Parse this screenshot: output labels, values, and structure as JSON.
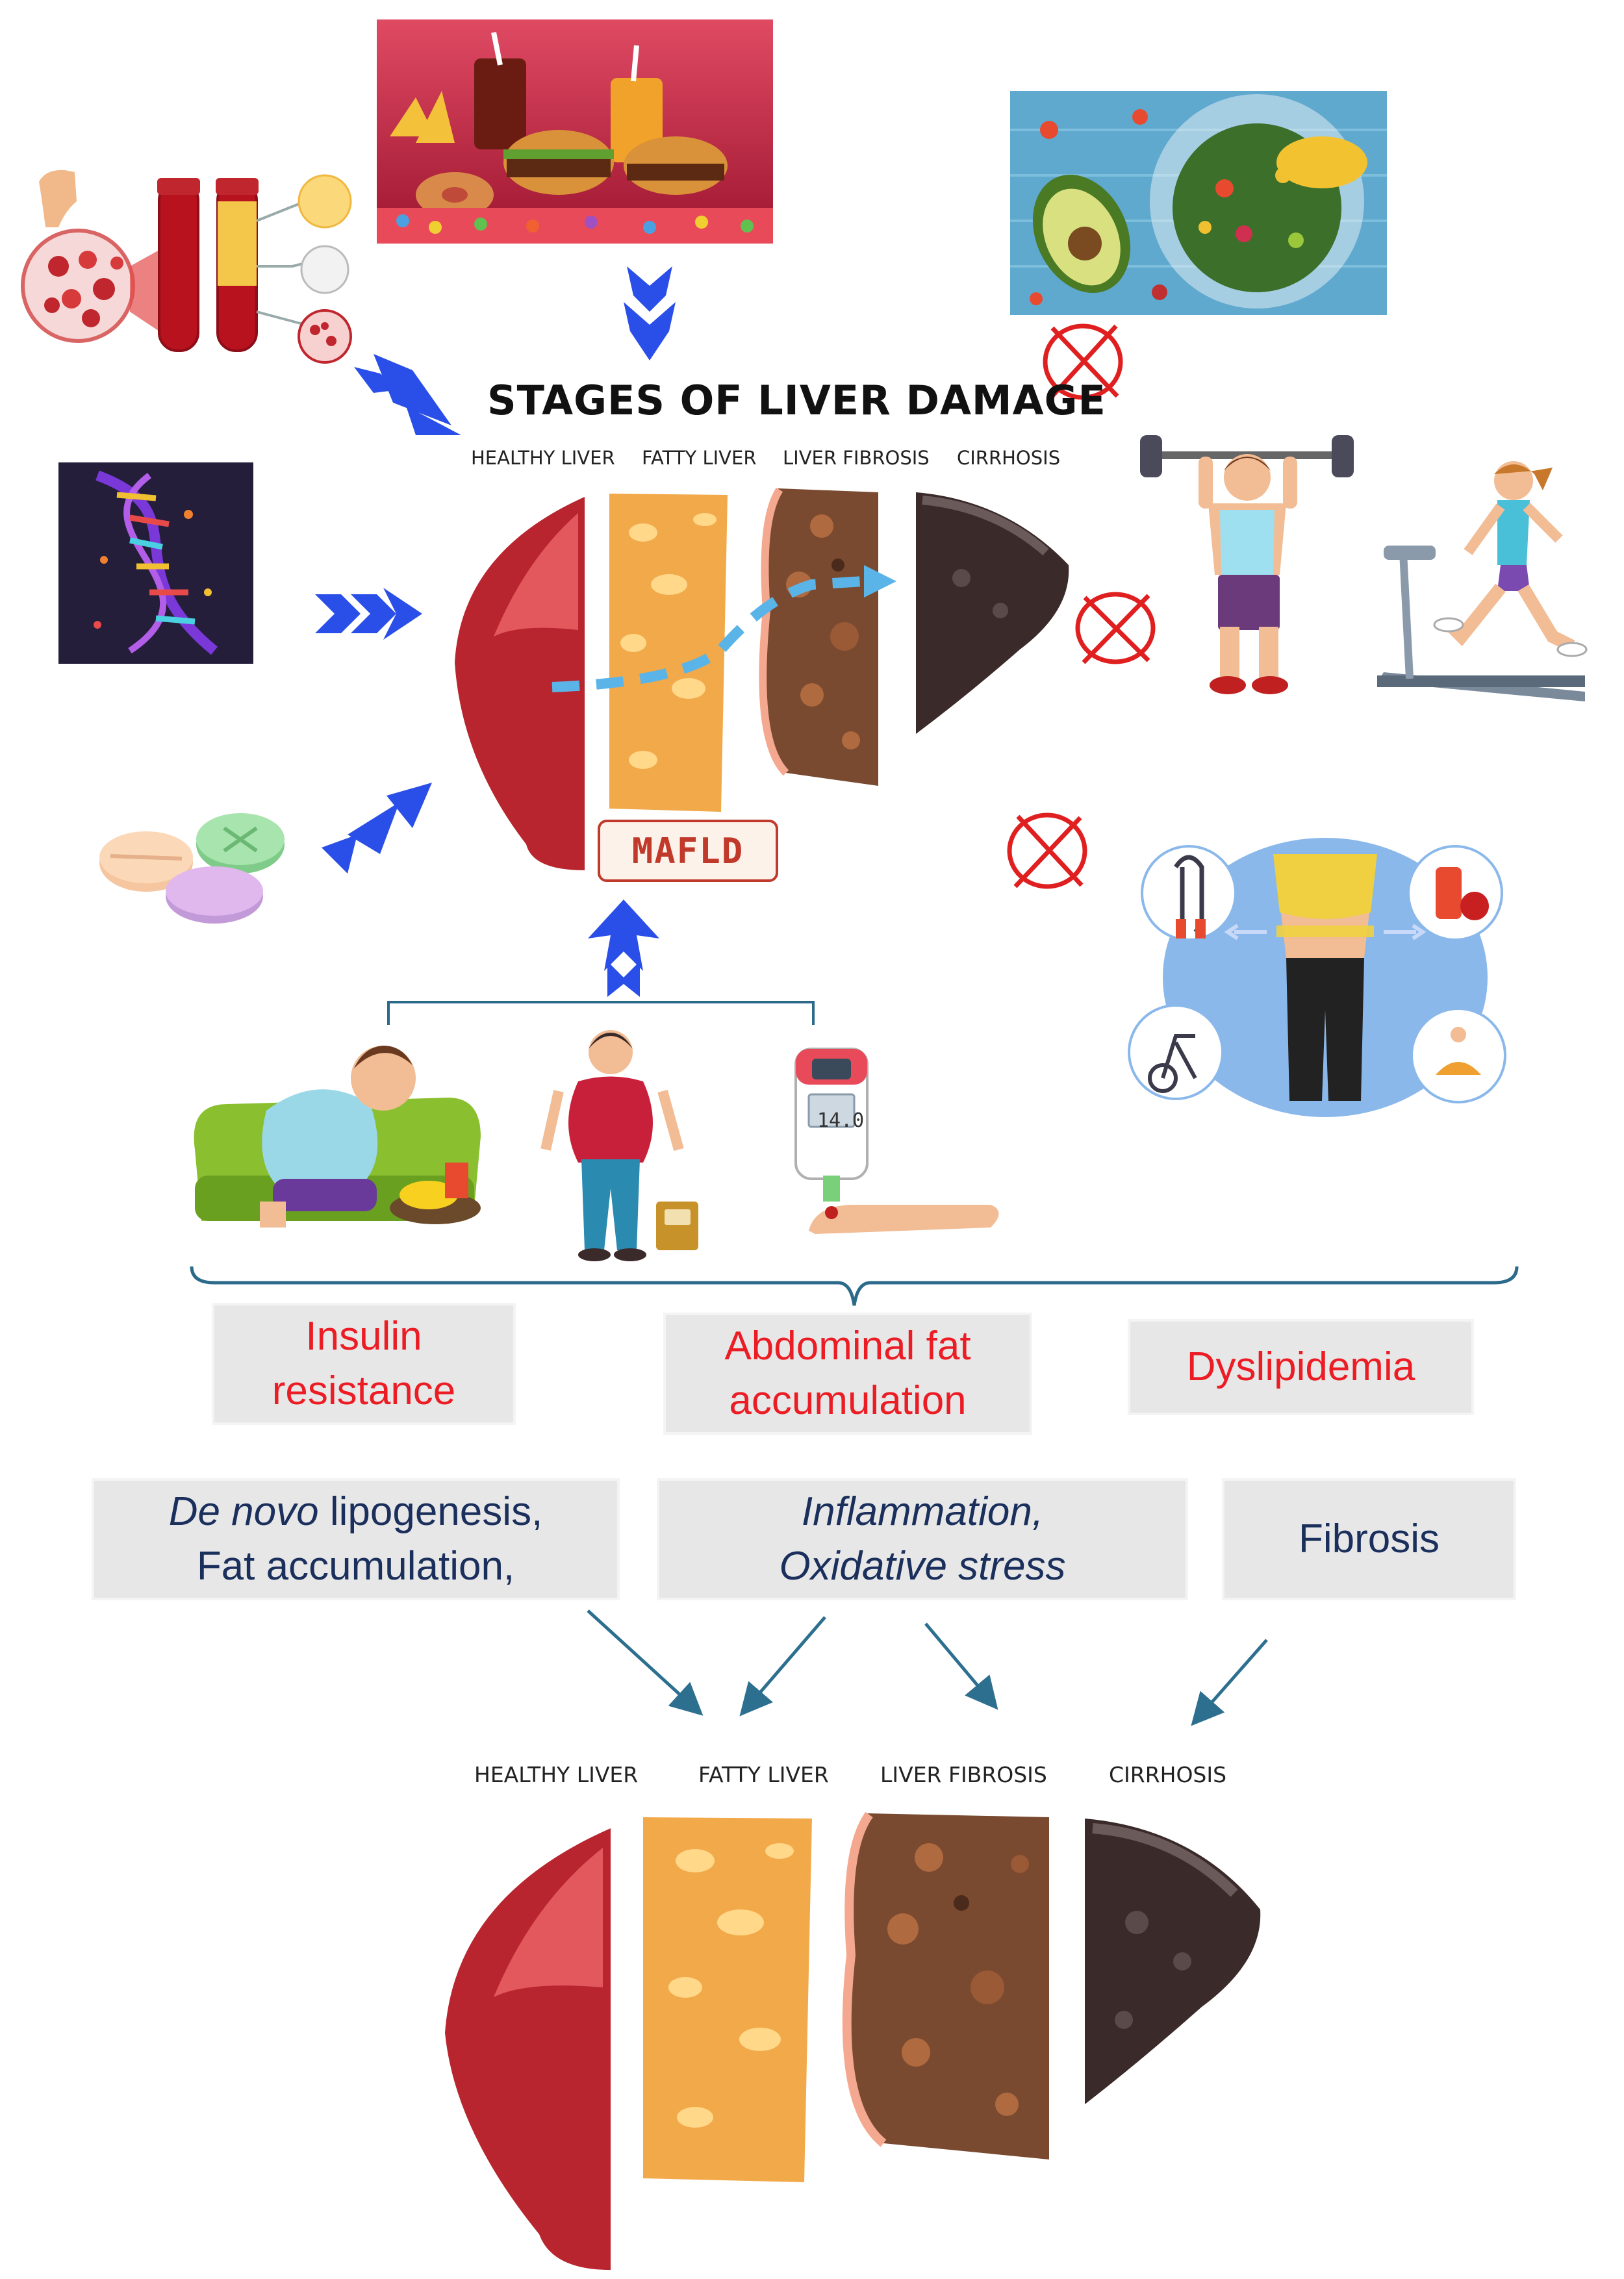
{
  "diagram": {
    "title": "STAGES OF LIVER DAMAGE",
    "top_stages": [
      "HEALTHY LIVER",
      "FATTY LIVER",
      "LIVER FIBROSIS",
      "CIRRHOSIS"
    ],
    "bottom_stages": [
      "HEALTHY LIVER",
      "FATTY LIVER",
      "LIVER FIBROSIS",
      "CIRRHOSIS"
    ],
    "mafld_label": "MAFLD",
    "glucometer_reading": "14.0",
    "factors": {
      "insulin_line1": "Insulin",
      "insulin_line2": "resistance",
      "abdominal_line1": "Abdominal fat",
      "abdominal_line2": "accumulation",
      "dyslipidemia": "Dyslipidemia"
    },
    "mechanisms": {
      "lipogenesis_italic": "De novo",
      "lipogenesis_rest": " lipogenesis,",
      "fat_accumulation": "Fat accumulation,",
      "inflammation": "Inflammation,",
      "oxidative_stress": "Oxidative stress",
      "fibrosis": "Fibrosis"
    },
    "colors": {
      "arrow_blue": "#2a4fe8",
      "cross_red": "#e02020",
      "factor_red": "#ec1c24",
      "mechanism_navy": "#1a2f5c",
      "bracket_teal": "#2b6a8a",
      "connector_teal": "#2d6f8f"
    },
    "icons": [
      "blood-test-icon",
      "junk-food-icon",
      "healthy-food-icon",
      "dna-icon",
      "pills-icon",
      "weightlifting-icon",
      "treadmill-icon",
      "weight-loss-icon",
      "sedentary-person-icon",
      "overweight-person-icon",
      "glucometer-icon",
      "cross-mark-icon",
      "liver-stages-icon"
    ]
  }
}
